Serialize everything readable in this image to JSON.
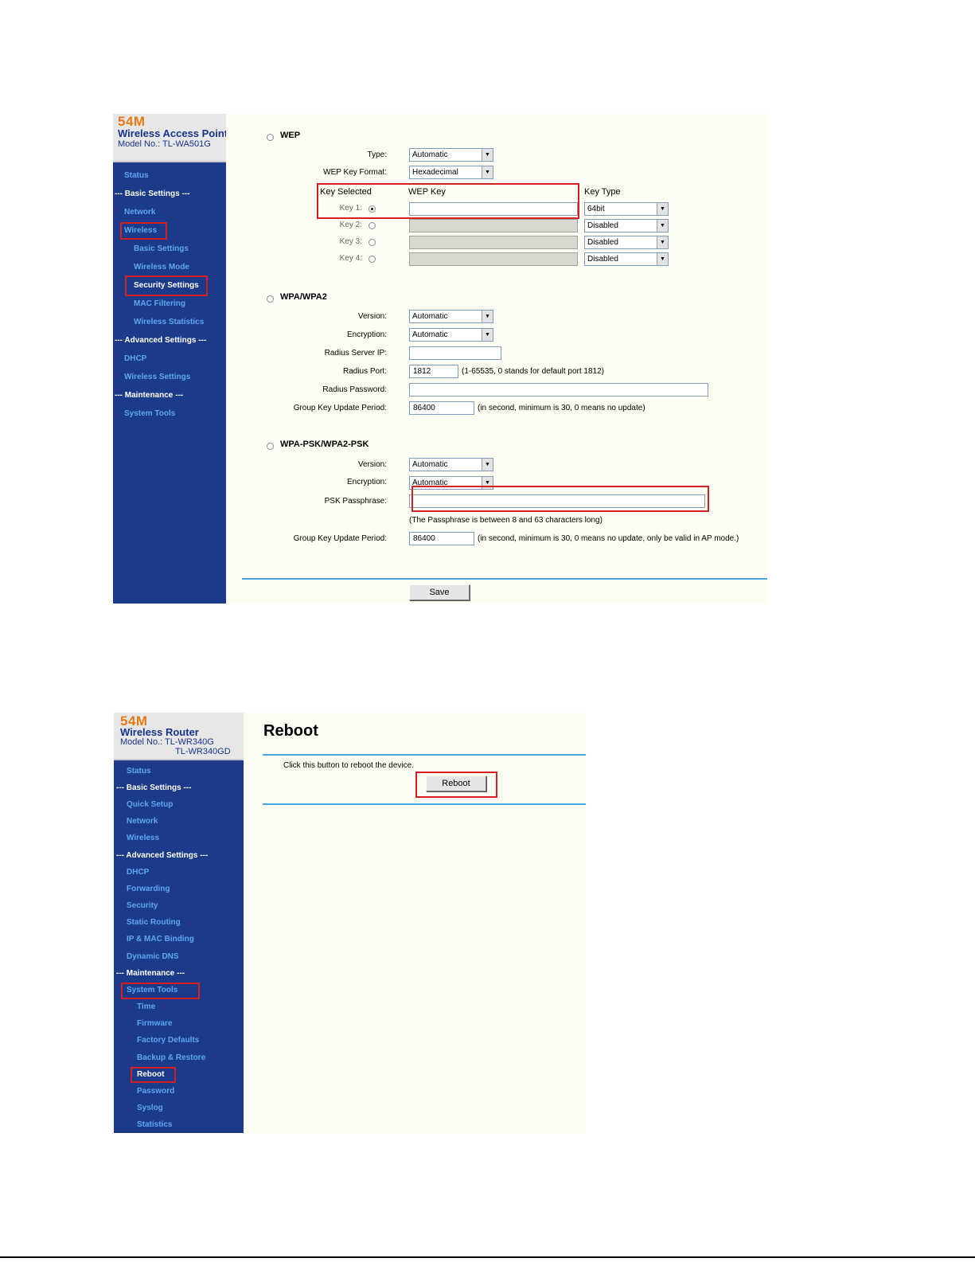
{
  "shot1": {
    "brand": {
      "logo": "54M",
      "product": "Wireless Access Point",
      "model": "Model No.: TL-WA501G"
    },
    "nav": [
      "Status",
      "--- Basic Settings ---",
      "Network",
      "Wireless",
      "Basic Settings",
      "Wireless Mode",
      "Security Settings",
      "MAC Filtering",
      "Wireless Statistics",
      "--- Advanced Settings ---",
      "DHCP",
      "Wireless Settings",
      "--- Maintenance ---",
      "System Tools"
    ],
    "wep": {
      "title": "WEP",
      "type_label": "Type:",
      "type_value": "Automatic",
      "format_label": "WEP Key Format:",
      "format_value": "Hexadecimal",
      "col_key_selected": "Key Selected",
      "col_wep_key": "WEP Key",
      "col_key_type": "Key Type",
      "keys": [
        {
          "label": "Key 1:",
          "type": "64bit"
        },
        {
          "label": "Key 2:",
          "type": "Disabled"
        },
        {
          "label": "Key 3:",
          "type": "Disabled"
        },
        {
          "label": "Key 4:",
          "type": "Disabled"
        }
      ]
    },
    "wpa": {
      "title": "WPA/WPA2",
      "version_label": "Version:",
      "version_value": "Automatic",
      "encryption_label": "Encryption:",
      "encryption_value": "Automatic",
      "radius_ip_label": "Radius Server IP:",
      "radius_port_label": "Radius Port:",
      "radius_port_value": "1812",
      "radius_port_hint": "(1-65535, 0 stands for default port 1812)",
      "radius_password_label": "Radius Password:",
      "group_key_label": "Group Key Update Period:",
      "group_key_value": "86400",
      "group_key_hint": "(in second, minimum is 30, 0 means no update)"
    },
    "psk": {
      "title": "WPA-PSK/WPA2-PSK",
      "version_label": "Version:",
      "version_value": "Automatic",
      "encryption_label": "Encryption:",
      "encryption_value": "Automatic",
      "passphrase_label": "PSK Passphrase:",
      "passphrase_hint": "(The Passphrase is between 8 and 63 characters long)",
      "group_key_label": "Group Key Update Period:",
      "group_key_value": "86400",
      "group_key_hint": "(in second, minimum is 30, 0 means no update, only be valid in AP mode.)"
    },
    "save_label": "Save"
  },
  "shot2": {
    "brand": {
      "logo": "54M",
      "product": "Wireless Router",
      "model_line1": "Model No.: TL-WR340G",
      "model_line2": "TL-WR340GD"
    },
    "nav": [
      "Status",
      "--- Basic Settings ---",
      "Quick Setup",
      "Network",
      "Wireless",
      "--- Advanced Settings ---",
      "DHCP",
      "Forwarding",
      "Security",
      "Static Routing",
      "IP & MAC Binding",
      "Dynamic DNS",
      "--- Maintenance ---",
      "System Tools",
      "Time",
      "Firmware",
      "Factory Defaults",
      "Backup & Restore",
      "Reboot",
      "Password",
      "Syslog",
      "Statistics"
    ],
    "title": "Reboot",
    "instruction": "Click this button to reboot the device.",
    "reboot_label": "Reboot"
  }
}
